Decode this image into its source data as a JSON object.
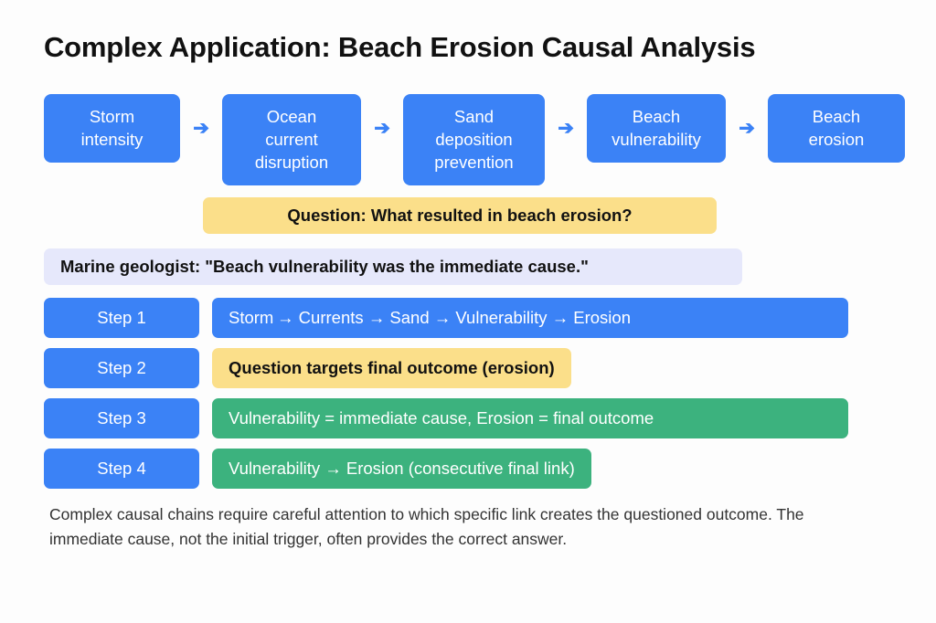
{
  "title": "Complex Application: Beach Erosion Causal Analysis",
  "chain": {
    "arrow": "➔",
    "nodes": [
      {
        "lines": [
          "Storm",
          "intensity"
        ]
      },
      {
        "lines": [
          "Ocean",
          "current",
          "disruption"
        ]
      },
      {
        "lines": [
          "Sand",
          "deposition",
          "prevention"
        ]
      },
      {
        "lines": [
          "Beach",
          "vulnerability"
        ]
      },
      {
        "lines": [
          "Beach",
          "erosion"
        ]
      }
    ]
  },
  "question": "Question: What resulted in beach erosion?",
  "expert_quote": "Marine geologist: \"Beach vulnerability was the immediate cause.\"",
  "steps": [
    {
      "label": "Step 1",
      "content": "Storm → Currents → Sand → Vulnerability → Erosion",
      "style": "blue"
    },
    {
      "label": "Step 2",
      "content": "Question targets final outcome (erosion)",
      "style": "yellow"
    },
    {
      "label": "Step 3",
      "content": "Vulnerability = immediate cause, Erosion = final outcome",
      "style": "green"
    },
    {
      "label": "Step 4",
      "content": "Vulnerability → Erosion (consecutive final link)",
      "style": "green-fit"
    }
  ],
  "footer": "Complex causal chains require careful attention to which specific link creates the questioned outcome. The immediate cause, not the initial trigger, often provides the correct answer.",
  "colors": {
    "blue": "#3b82f6",
    "yellow": "#fbdf8a",
    "green": "#3cb27e",
    "lavender": "#e6e8fb",
    "background": "#fdfdfd",
    "text_dark": "#111111"
  }
}
